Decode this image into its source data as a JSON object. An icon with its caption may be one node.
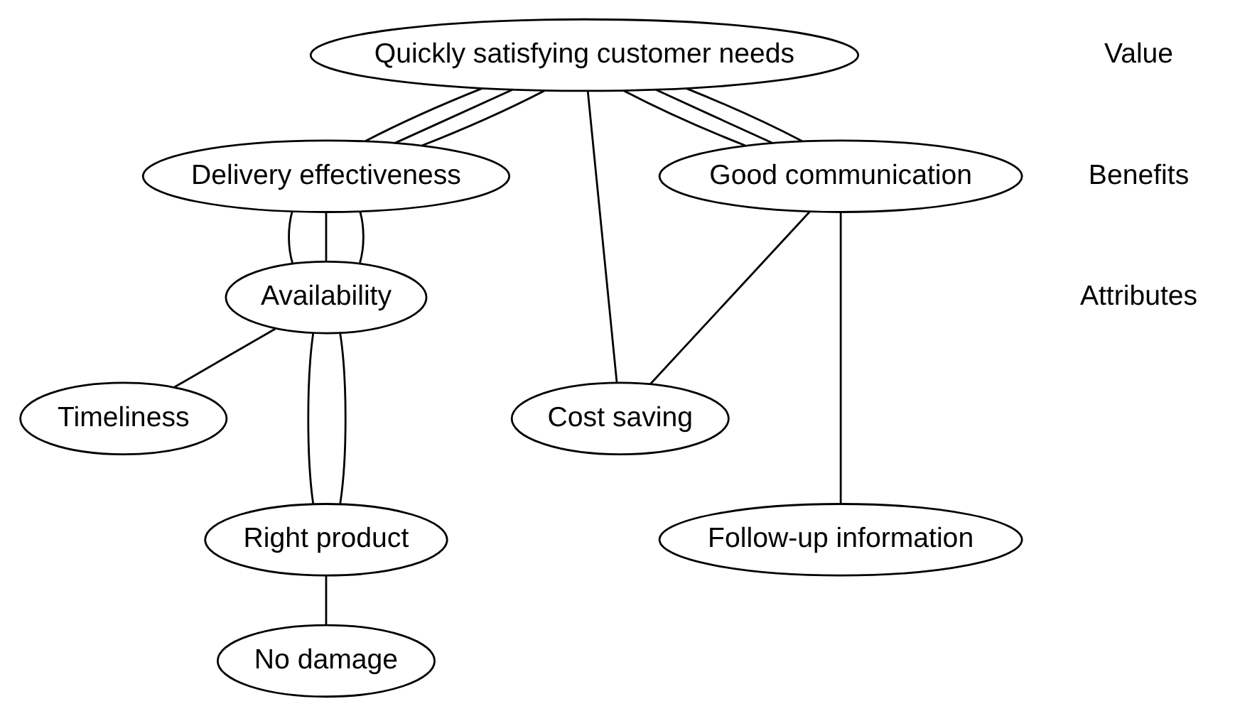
{
  "diagram": {
    "nodes": [
      {
        "text": [
          "Quickly satisfying customer needs"
        ]
      },
      {
        "text": [
          "Delivery effectiveness"
        ]
      },
      {
        "text": [
          "Good communication"
        ]
      },
      {
        "text": [
          "Availability"
        ]
      },
      {
        "text": [
          "Timeliness"
        ]
      },
      {
        "text": [
          "Right product"
        ]
      },
      {
        "text": [
          "No damage"
        ]
      },
      {
        "text": [
          "Cost saving"
        ]
      },
      {
        "text": [
          "Follow-up information"
        ]
      }
    ],
    "edges": [
      {
        "from": 0,
        "to": 1,
        "arrow": "none"
      },
      {
        "from": 0,
        "to": 1,
        "arrow": "none"
      },
      {
        "from": 0,
        "to": 1,
        "arrow": "none"
      },
      {
        "from": 0,
        "to": 7,
        "arrow": "none"
      },
      {
        "from": 0,
        "to": 2,
        "arrow": "none"
      },
      {
        "from": 0,
        "to": 2,
        "arrow": "none"
      },
      {
        "from": 0,
        "to": 2,
        "arrow": "none"
      },
      {
        "from": 1,
        "to": 3,
        "arrow": "none"
      },
      {
        "from": 1,
        "to": 3,
        "arrow": "none"
      },
      {
        "from": 1,
        "to": 3,
        "arrow": "none"
      },
      {
        "from": 2,
        "to": 7,
        "arrow": "none"
      },
      {
        "from": 2,
        "to": 8,
        "arrow": "none"
      },
      {
        "from": 3,
        "to": 4,
        "arrow": "none"
      },
      {
        "from": 3,
        "to": 5,
        "arrow": "none"
      },
      {
        "from": 3,
        "to": 5,
        "arrow": "none"
      },
      {
        "from": 5,
        "to": 6,
        "arrow": "none"
      }
    ],
    "labels": [
      "Value",
      "Benefits",
      "Attributes"
    ]
  }
}
